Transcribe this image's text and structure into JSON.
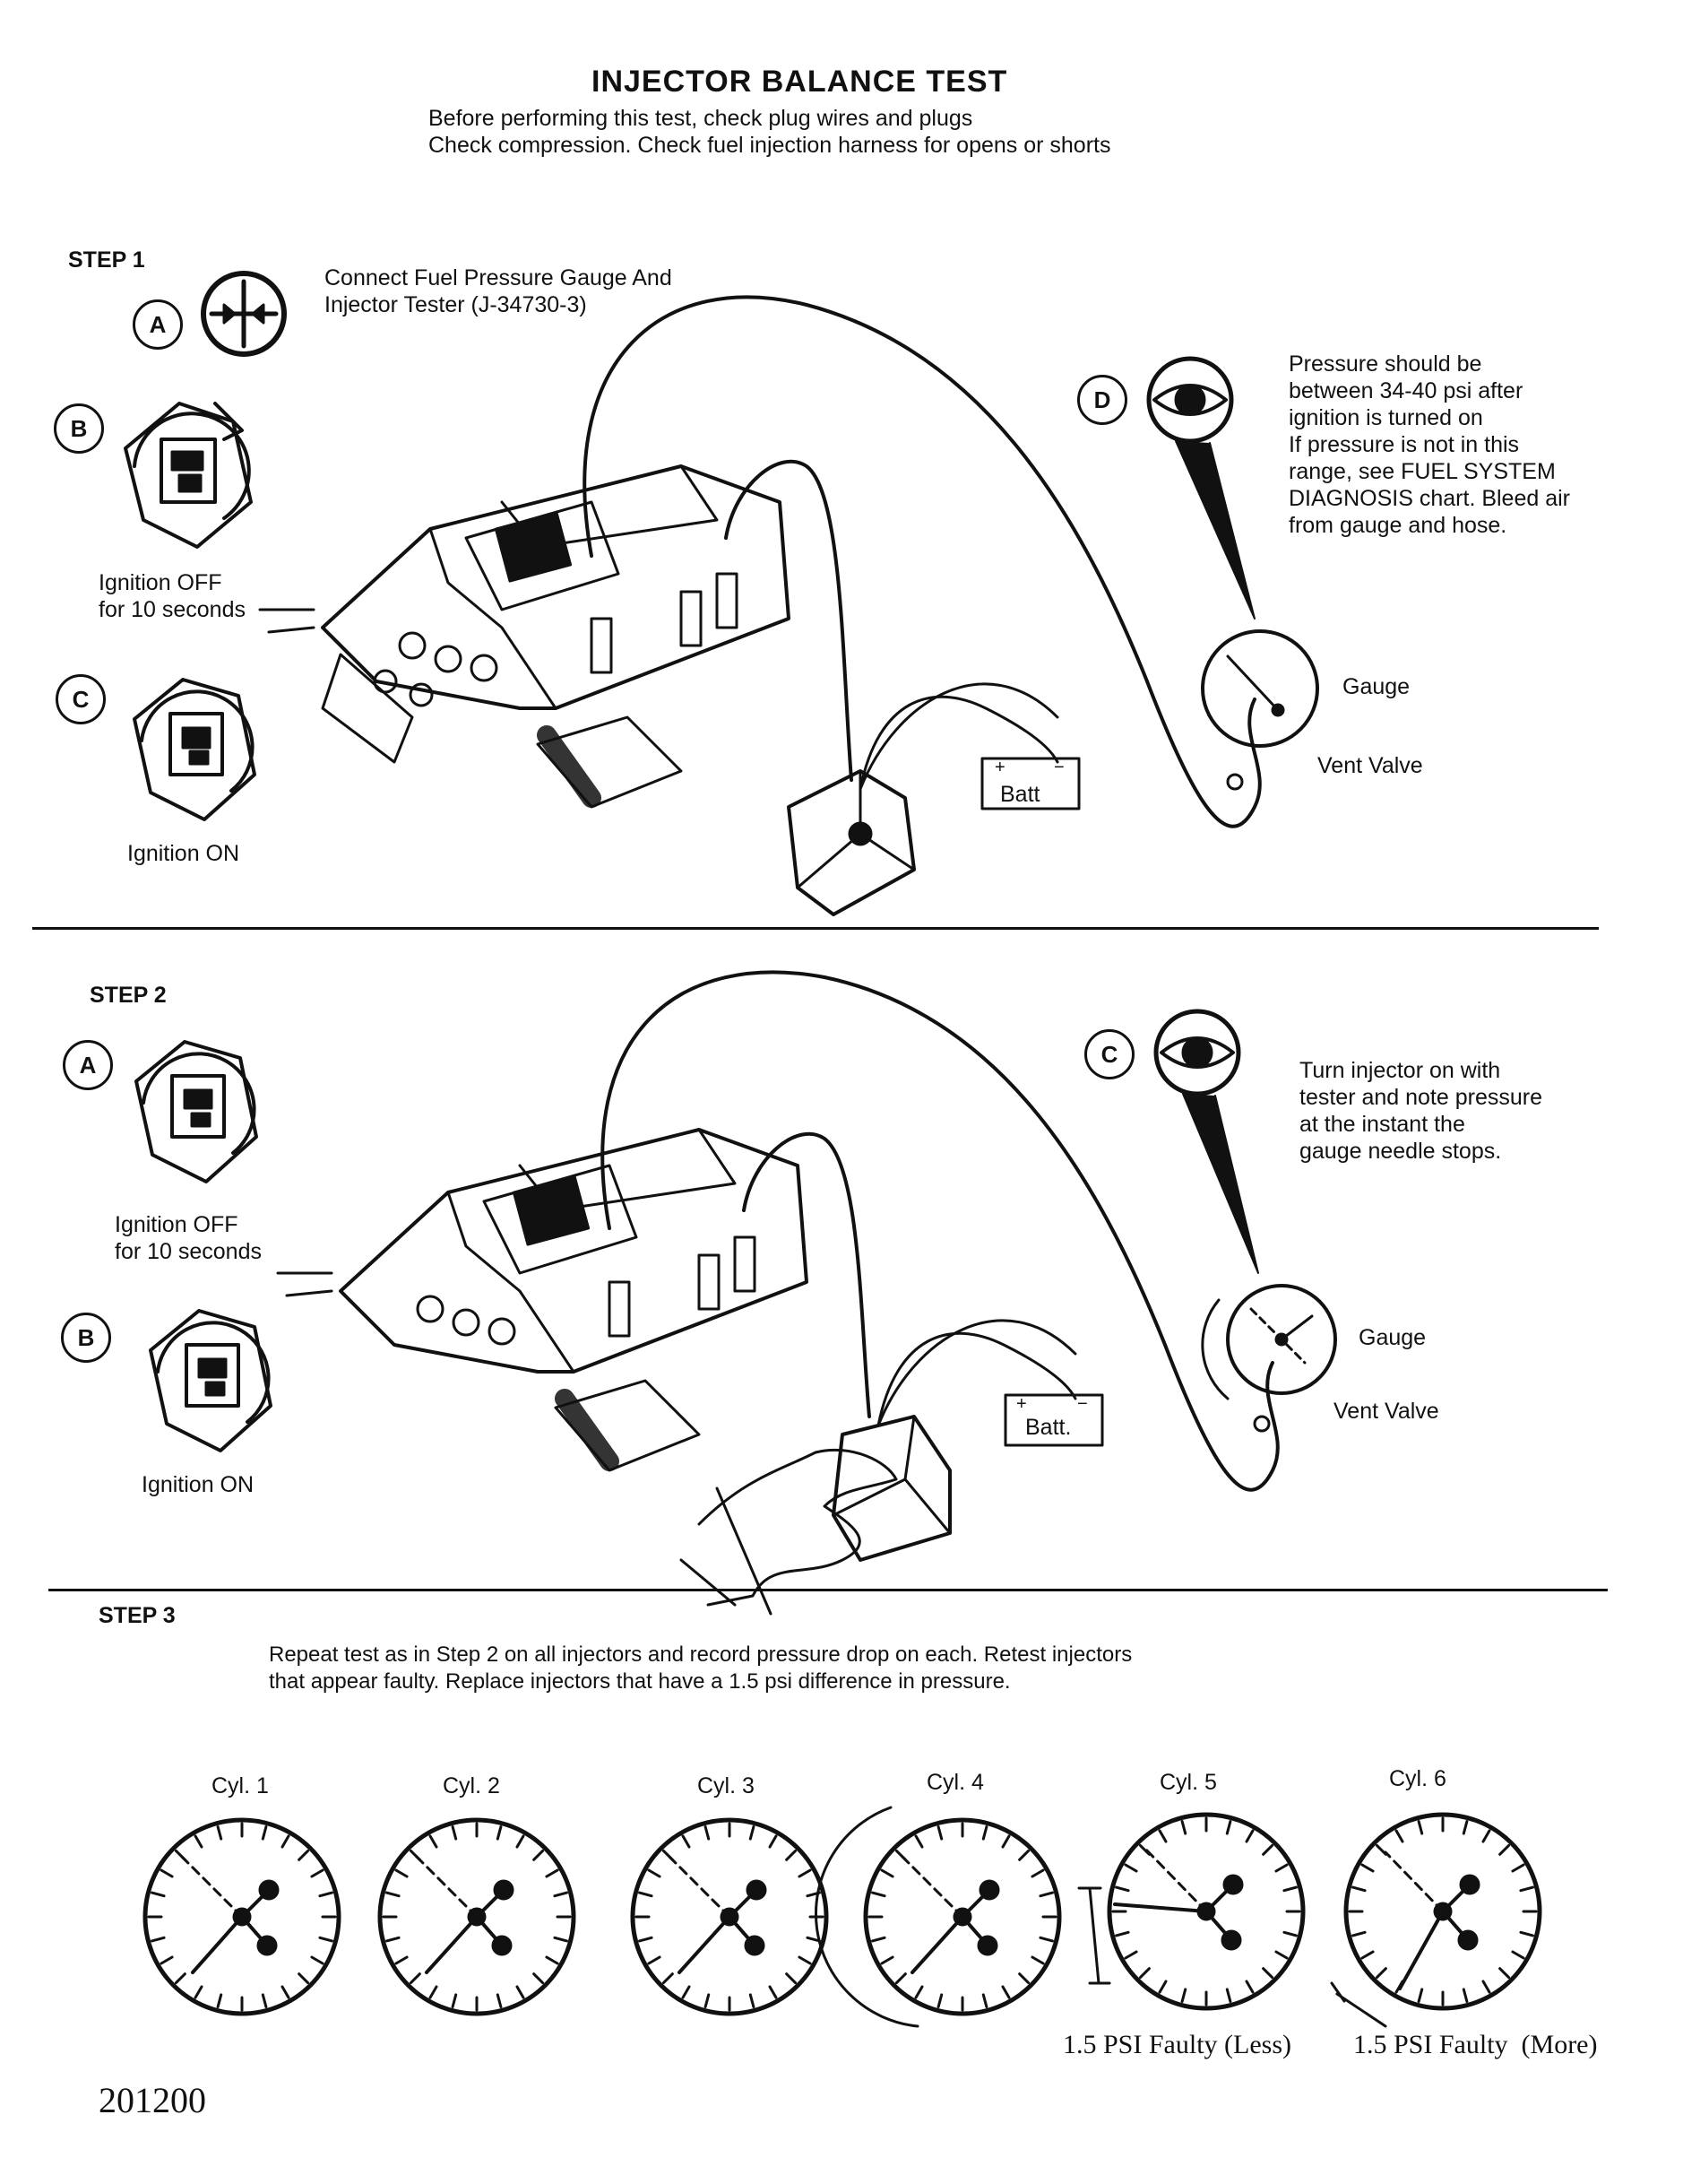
{
  "title": "INJECTOR BALANCE TEST",
  "intro": [
    "Before performing this test, check plug wires and plugs",
    "Check compression. Check fuel injection harness for opens or shorts"
  ],
  "step1": {
    "label": "STEP 1",
    "a_letter": "A",
    "a_text": [
      "Connect Fuel Pressure Gauge And",
      "Injector Tester (J-34730-3)"
    ],
    "b_letter": "B",
    "b_text": [
      "Ignition OFF",
      "for 10 seconds"
    ],
    "c_letter": "C",
    "c_text": "Ignition ON",
    "d_letter": "D",
    "d_text": [
      "Pressure should be",
      "between 34-40 psi after",
      "ignition is turned on",
      "If pressure is not in this",
      "range, see FUEL SYSTEM",
      "DIAGNOSIS chart. Bleed air",
      "from gauge and hose."
    ],
    "gauge": "Gauge",
    "vent_valve": "Vent Valve",
    "batt": "Batt"
  },
  "step2": {
    "label": "STEP 2",
    "a_letter": "A",
    "a_text": [
      "Ignition OFF",
      "for 10 seconds"
    ],
    "b_letter": "B",
    "b_text": "Ignition ON",
    "c_letter": "C",
    "c_text": [
      "Turn injector on with",
      "tester and note pressure",
      "at the instant the",
      "gauge needle stops."
    ],
    "gauge": "Gauge",
    "vent_valve": "Vent Valve",
    "batt": "Batt."
  },
  "step3": {
    "label": "STEP 3",
    "text": [
      "Repeat test as in Step 2 on all injectors and record pressure drop on each. Retest injectors",
      "that appear faulty. Replace injectors that have a 1.5 psi difference in pressure."
    ],
    "cylinders": [
      "Cyl. 1",
      "Cyl. 2",
      "Cyl. 3",
      "Cyl. 4",
      "Cyl. 5",
      "Cyl. 6"
    ],
    "faulty_less": "1.5 PSI Faulty (Less)",
    "faulty_more": "1.5 PSI Faulty  (More)"
  },
  "doc_number": "201200"
}
